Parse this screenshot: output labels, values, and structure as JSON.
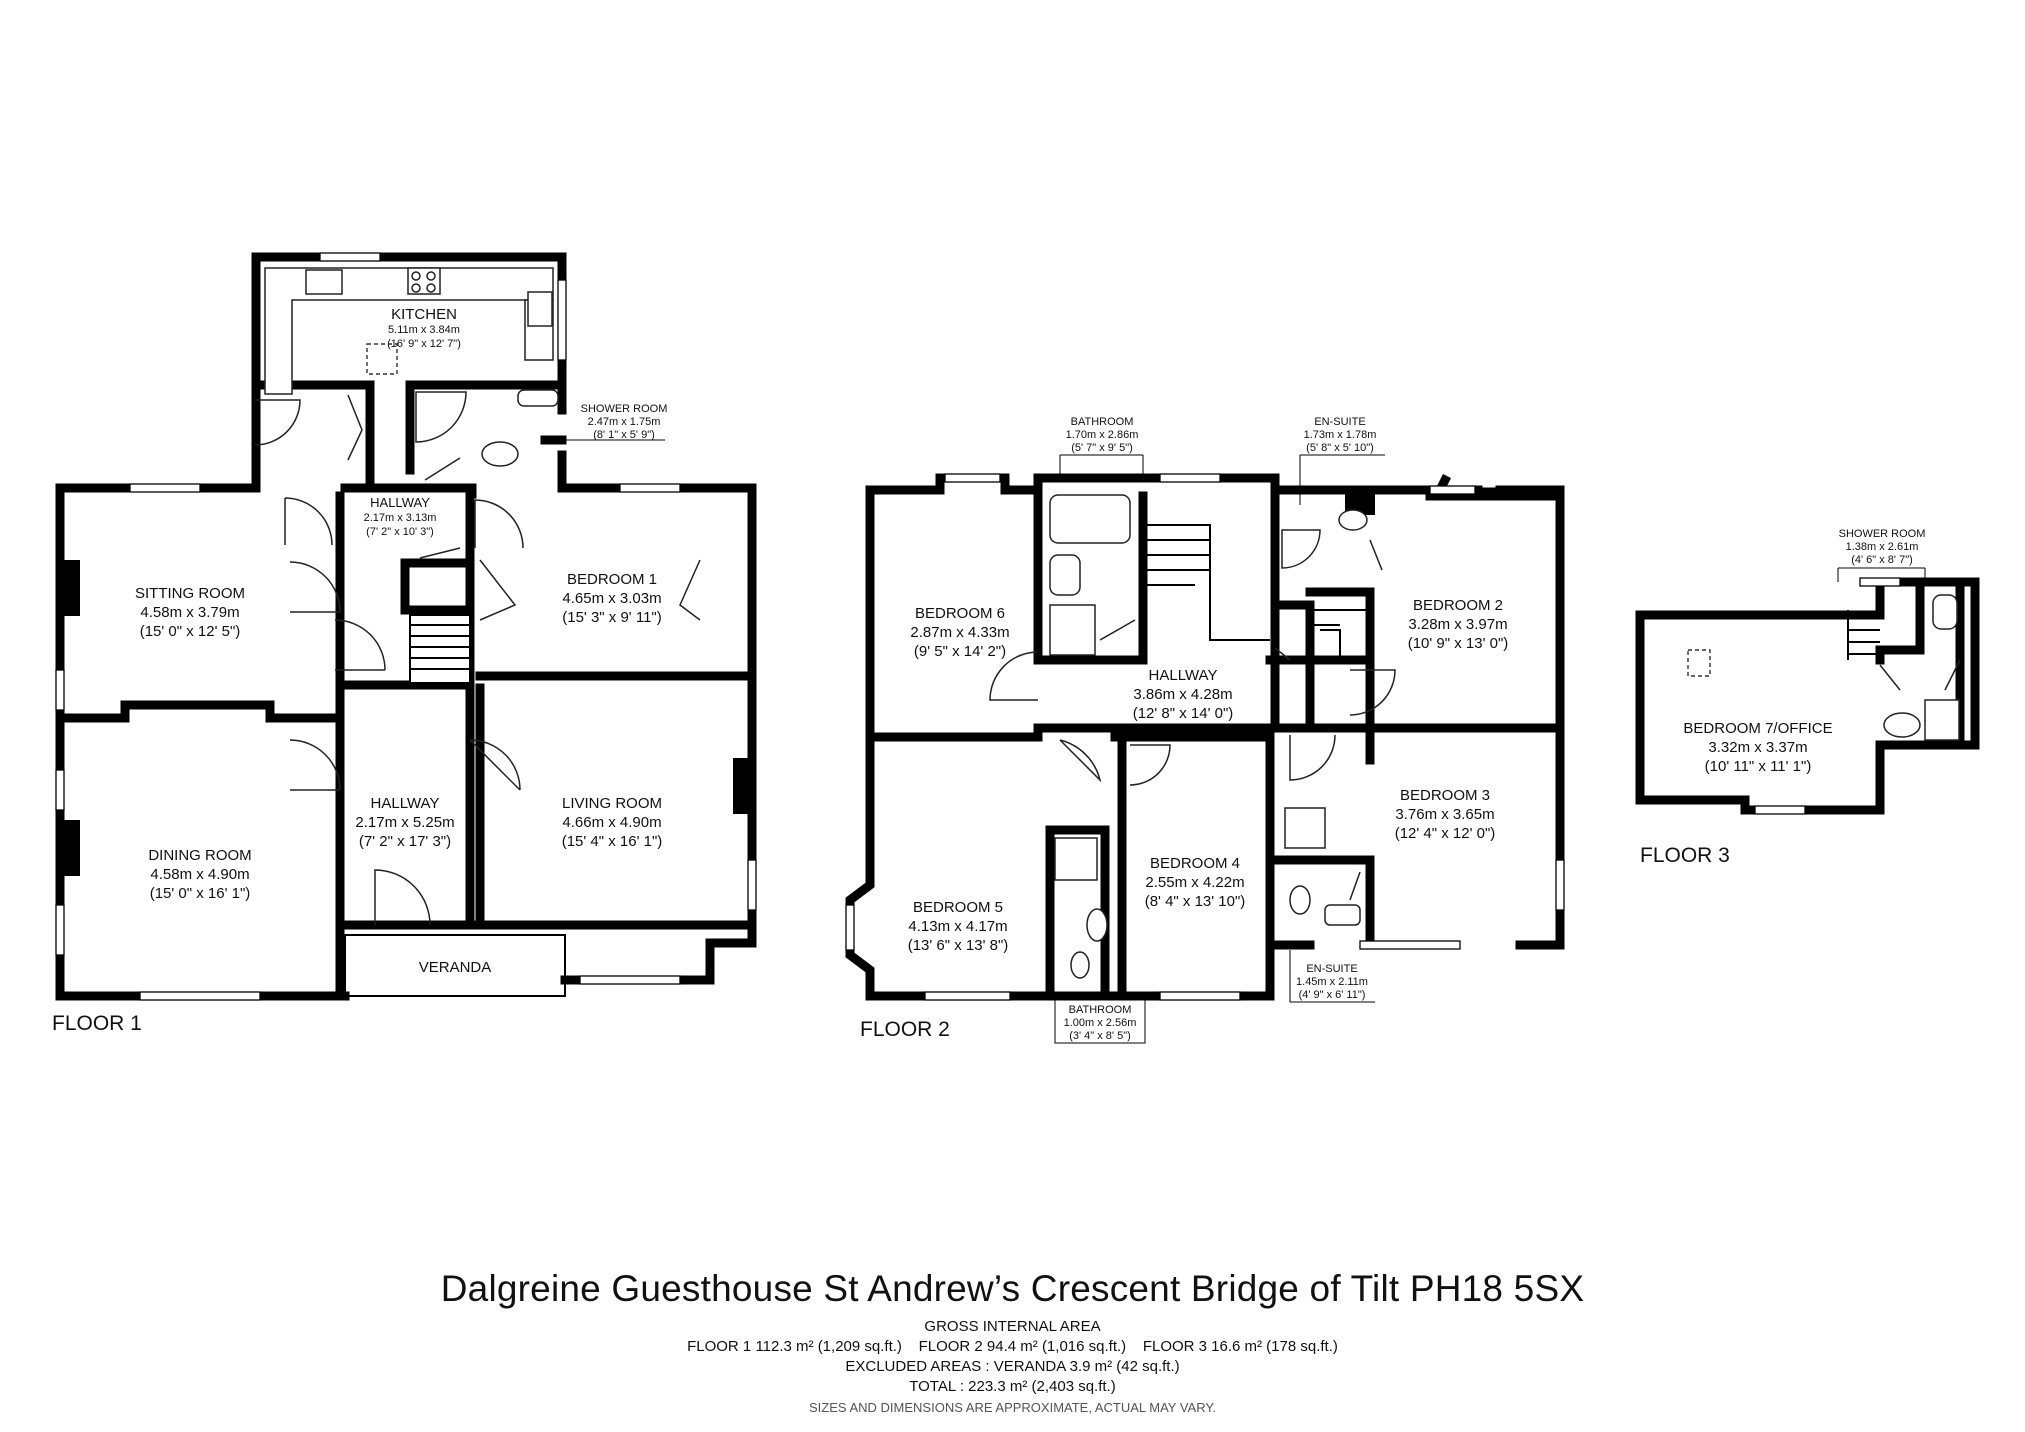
{
  "title": "Dalgreine Guesthouse St Andrew’s Crescent Bridge of Tilt PH18 5SX",
  "area": {
    "heading": "GROSS INTERNAL AREA",
    "floors_line": "FLOOR 1 112.3 m² (1,209 sq.ft.)    FLOOR 2 94.4 m² (1,016 sq.ft.)    FLOOR 3 16.6 m² (178 sq.ft.)",
    "excluded_line": "EXCLUDED AREAS :  VERANDA 3.9 m² (42 sq.ft.)",
    "total_line": "TOTAL :  223.3 m² (2,403 sq.ft.)",
    "disclaimer": "SIZES AND DIMENSIONS ARE APPROXIMATE, ACTUAL MAY VARY."
  },
  "floors": {
    "f1": "FLOOR 1",
    "f2": "FLOOR 2",
    "f3": "FLOOR 3"
  },
  "rooms": {
    "kitchen": {
      "name": "KITCHEN",
      "metric": "5.11m x 3.84m",
      "imperial": "(16' 9\" x 12' 7\")"
    },
    "shower1": {
      "name": "SHOWER ROOM",
      "metric": "2.47m x 1.75m",
      "imperial": "(8' 1\" x 5' 9\")"
    },
    "hallway1a": {
      "name": "HALLWAY",
      "metric": "2.17m x 3.13m",
      "imperial": "(7' 2\" x 10' 3\")"
    },
    "sitting": {
      "name": "SITTING ROOM",
      "metric": "4.58m x 3.79m",
      "imperial": "(15' 0\" x 12' 5\")"
    },
    "bedroom1": {
      "name": "BEDROOM 1",
      "metric": "4.65m x 3.03m",
      "imperial": "(15' 3\" x 9' 11\")"
    },
    "dining": {
      "name": "DINING ROOM",
      "metric": "4.58m x 4.90m",
      "imperial": "(15' 0\" x 16' 1\")"
    },
    "hallway1b": {
      "name": "HALLWAY",
      "metric": "2.17m x 5.25m",
      "imperial": "(7' 2\" x 17' 3\")"
    },
    "living": {
      "name": "LIVING ROOM",
      "metric": "4.66m x 4.90m",
      "imperial": "(15' 4\" x 16' 1\")"
    },
    "veranda": {
      "name": "VERANDA"
    },
    "bathroom2a": {
      "name": "BATHROOM",
      "metric": "1.70m x 2.86m",
      "imperial": "(5' 7\" x 9' 5\")"
    },
    "ensuite2a": {
      "name": "EN-SUITE",
      "metric": "1.73m x 1.78m",
      "imperial": "(5' 8\" x 5' 10\")"
    },
    "bedroom6": {
      "name": "BEDROOM 6",
      "metric": "2.87m x 4.33m",
      "imperial": "(9' 5\" x 14' 2\")"
    },
    "hallway2": {
      "name": "HALLWAY",
      "metric": "3.86m x 4.28m",
      "imperial": "(12' 8\" x 14' 0\")"
    },
    "bedroom2": {
      "name": "BEDROOM 2",
      "metric": "3.28m x 3.97m",
      "imperial": "(10' 9\" x 13' 0\")"
    },
    "bedroom3": {
      "name": "BEDROOM 3",
      "metric": "3.76m x 3.65m",
      "imperial": "(12' 4\" x 12' 0\")"
    },
    "bedroom4": {
      "name": "BEDROOM 4",
      "metric": "2.55m x 4.22m",
      "imperial": "(8' 4\" x 13' 10\")"
    },
    "bedroom5": {
      "name": "BEDROOM 5",
      "metric": "4.13m x 4.17m",
      "imperial": "(13' 6\" x 13' 8\")"
    },
    "ensuite2b": {
      "name": "EN-SUITE",
      "metric": "1.45m x 2.11m",
      "imperial": "(4' 9\" x 6' 11\")"
    },
    "bathroom2b": {
      "name": "BATHROOM",
      "metric": "1.00m x 2.56m",
      "imperial": "(3' 4\" x 8' 5\")"
    },
    "shower3": {
      "name": "SHOWER ROOM",
      "metric": "1.38m x 2.61m",
      "imperial": "(4' 6\" x 8' 7\")"
    },
    "bedroom7": {
      "name": "BEDROOM 7/OFFICE",
      "metric": "3.32m x 3.37m",
      "imperial": "(10' 11\" x 11' 1\")"
    }
  }
}
